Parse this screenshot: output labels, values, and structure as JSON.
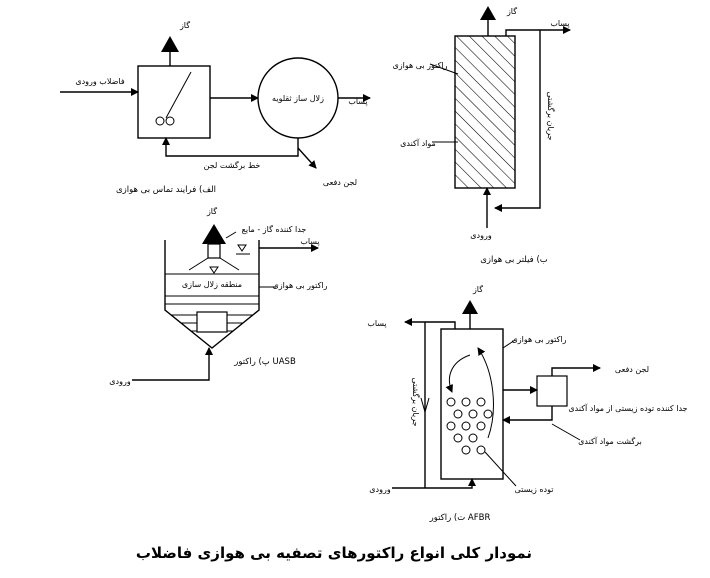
{
  "panel_a": {
    "gas": "گاز",
    "influent": "فاضلاب ورودی",
    "clarifier": "زلال ساز ثقلویه",
    "effluent": "پساب",
    "sludge_return": "خط برگشت لجن",
    "waste_sludge": "لجن دفعی",
    "caption": "الف) فرایند تماس بی هوازی"
  },
  "panel_b": {
    "gas": "گاز",
    "effluent": "پساب",
    "reactor": "راکتور بی هوازی",
    "recirculation": "جریان برگشتی",
    "media": "مواد آکندی",
    "influent": "ورودی",
    "caption": "ب) فیلتر بی هوازی"
  },
  "panel_c": {
    "gas": "گاز",
    "separator": "جدا کننده گاز - مایع",
    "effluent": "پساب",
    "settling_zone": "منطقه زلال سازی",
    "reactor": "راکتور بی هوازی",
    "influent": "ورودی",
    "caption": "پ) راکتور UASB"
  },
  "panel_d": {
    "gas": "گاز",
    "effluent": "پساب",
    "reactor": "راکتور بی هوازی",
    "recirculation": "جریان برگشتی",
    "waste_sludge": "لجن دفعی",
    "separator": "جدا کننده توده زیستی از مواد آکندی",
    "media_return": "برگشت مواد آکندی",
    "biomass": "توده زیستی",
    "influent": "ورودی",
    "caption": "ت) راکتور AFBR"
  },
  "title": "نمودار کلی انواع راکتورهای تصفیه بی هوازی فاضلاب"
}
